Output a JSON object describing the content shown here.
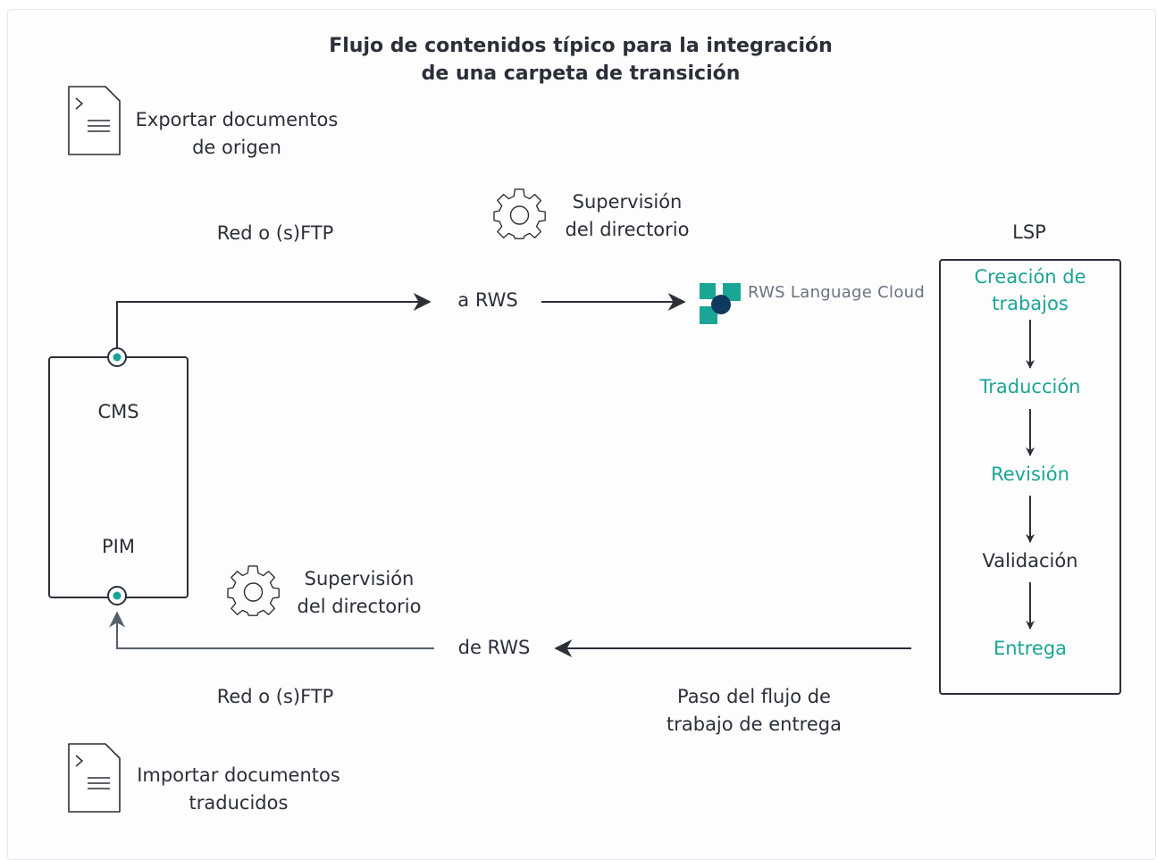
{
  "title": {
    "line1": "Flujo de contenidos típico para la integración",
    "line2": "de una carpeta de transición"
  },
  "export_doc": {
    "icon": "document-prompt-icon",
    "line1": "Exportar documentos",
    "line2": "de origen"
  },
  "import_doc": {
    "icon": "document-prompt-icon",
    "line1": "Importar documentos",
    "line2": "traducidos"
  },
  "top_flow": {
    "network": "Red o (s)FTP",
    "monitor_icon": "gear-icon",
    "monitor_line1": "Supervisión",
    "monitor_line2": "del directorio",
    "to_label": "a RWS"
  },
  "bottom_flow": {
    "network": "Red o (s)FTP",
    "monitor_icon": "gear-icon",
    "monitor_line1": "Supervisión",
    "monitor_line2": "del directorio",
    "from_label": "de RWS",
    "delivery_line1": "Paso del flujo de",
    "delivery_line2": "trabajo de entrega"
  },
  "source_system": {
    "cms": "CMS",
    "pim": "PIM"
  },
  "brand": {
    "name": "RWS Language Cloud",
    "icon": "rws-logo-icon",
    "colors": [
      "#1aa595",
      "#0f3a5f"
    ]
  },
  "lsp": {
    "label": "LSP",
    "step1_line1": "Creación de",
    "step1_line2": "trabajos",
    "step2": "Traducción",
    "step3": "Revisión",
    "step4": "Validación",
    "step5": "Entrega"
  },
  "colors": {
    "accent": "#1aa595",
    "line": "#2b2f38",
    "text": "#2b2f38",
    "brand_navy": "#0f3a5f"
  }
}
